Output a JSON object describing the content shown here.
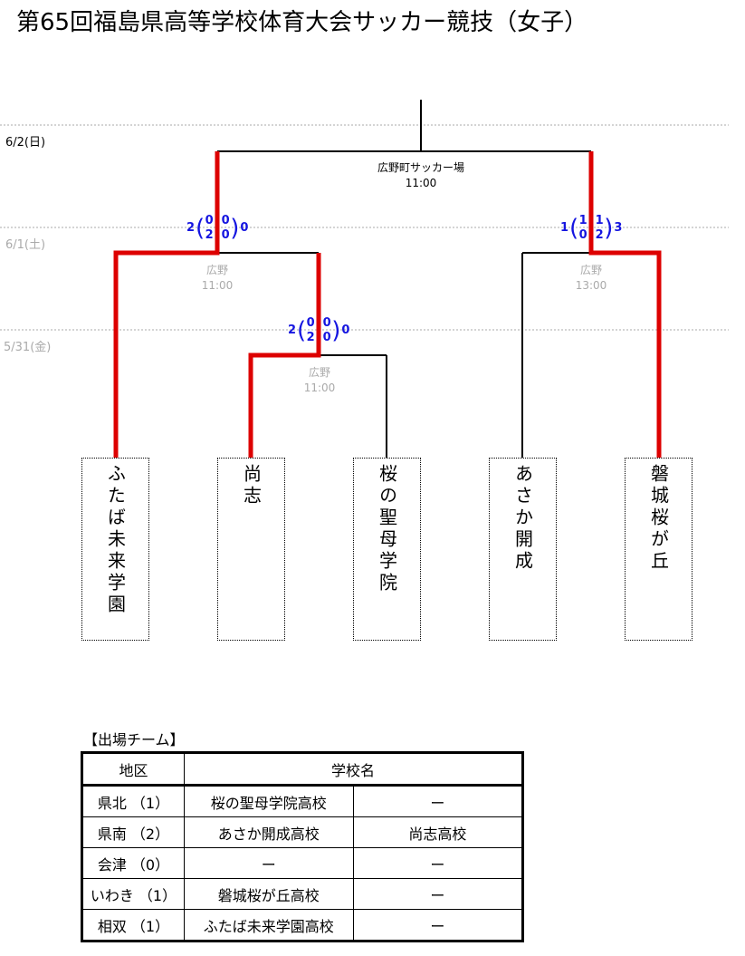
{
  "title": "第65回福島県高等学校体育大会サッカー競技（女子）",
  "dates": [
    "6/2(日)",
    "6/1(土)",
    "5/31(金)"
  ],
  "final": {
    "venue": "広野町サッカー場",
    "time": "11:00"
  },
  "semi_left": {
    "venue": "広野",
    "time": "11:00",
    "left_total": "2",
    "left_h1": "0",
    "left_h2": "2",
    "right_h1": "0",
    "right_h2": "0",
    "right_total": "0"
  },
  "semi_right": {
    "venue": "広野",
    "time": "13:00",
    "left_total": "1",
    "left_h1": "1",
    "left_h2": "0",
    "right_h1": "1",
    "right_h2": "2",
    "right_total": "3"
  },
  "qf": {
    "venue": "広野",
    "time": "11:00",
    "left_total": "2",
    "left_h1": "0",
    "left_h2": "2",
    "right_h1": "0",
    "right_h2": "0",
    "right_total": "0"
  },
  "teams": [
    "ふたば未来学園",
    "尚志",
    "桜の聖母学院",
    "あさか開成",
    "磐城桜が丘"
  ],
  "colors": {
    "winner_line": "#dd0000",
    "score": "#1515e0"
  },
  "entry": {
    "label": "【出場チーム】",
    "headers": [
      "地区",
      "学校名"
    ],
    "rows": [
      [
        "県北 （1）",
        "桜の聖母学院高校",
        "ー"
      ],
      [
        "県南 （2）",
        "あさか開成高校",
        "尚志高校"
      ],
      [
        "会津 （0）",
        "ー",
        "ー"
      ],
      [
        "いわき （1）",
        "磐城桜が丘高校",
        "ー"
      ],
      [
        "相双 （1）",
        "ふたば未来学園高校",
        "ー"
      ]
    ]
  }
}
